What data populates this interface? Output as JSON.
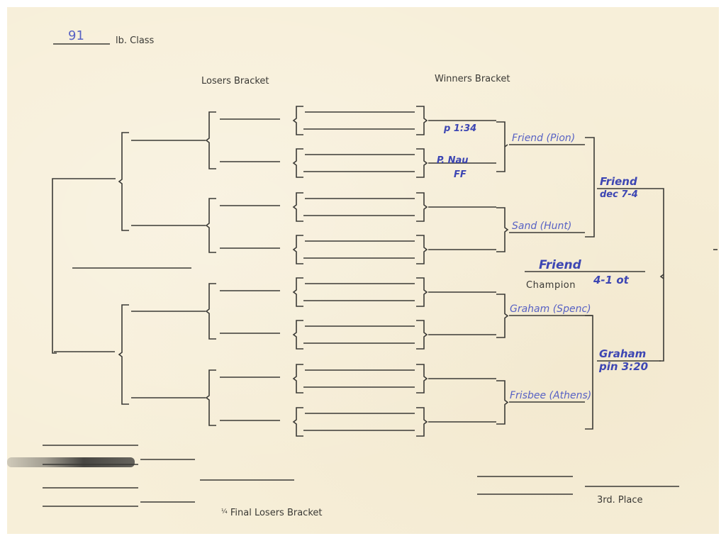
{
  "form": {
    "weight_class_value": "91",
    "weight_class_label": "lb. Class",
    "losers_bracket_heading": "Losers Bracket",
    "winners_bracket_heading": "Winners Bracket",
    "champion_label": "Champion",
    "third_place_label": "3rd. Place",
    "quarter_final_fraction": "¼",
    "quarter_final_label": "Final Losers Bracket"
  },
  "winners_bracket": {
    "round2_notes": [
      {
        "text": "p 1:34"
      },
      {
        "text": "P. Nau"
      },
      {
        "text": "FF"
      }
    ],
    "semifinalists": [
      {
        "name": "Friend (Pion)"
      },
      {
        "name": "Sand (Hunt)"
      },
      {
        "name": "Graham (Spenc)"
      },
      {
        "name": "Frisbee (Athens)"
      }
    ],
    "finalists": [
      {
        "name": "Friend",
        "result": "dec 7-4"
      },
      {
        "name": "Graham",
        "result": "pin 3:20"
      }
    ],
    "champion": {
      "name": "Friend",
      "result": "4-1 ot"
    }
  },
  "colors": {
    "paper": "#f7efd9",
    "print_ink": "#3a3935",
    "pen_ink": "#3d46b3"
  }
}
